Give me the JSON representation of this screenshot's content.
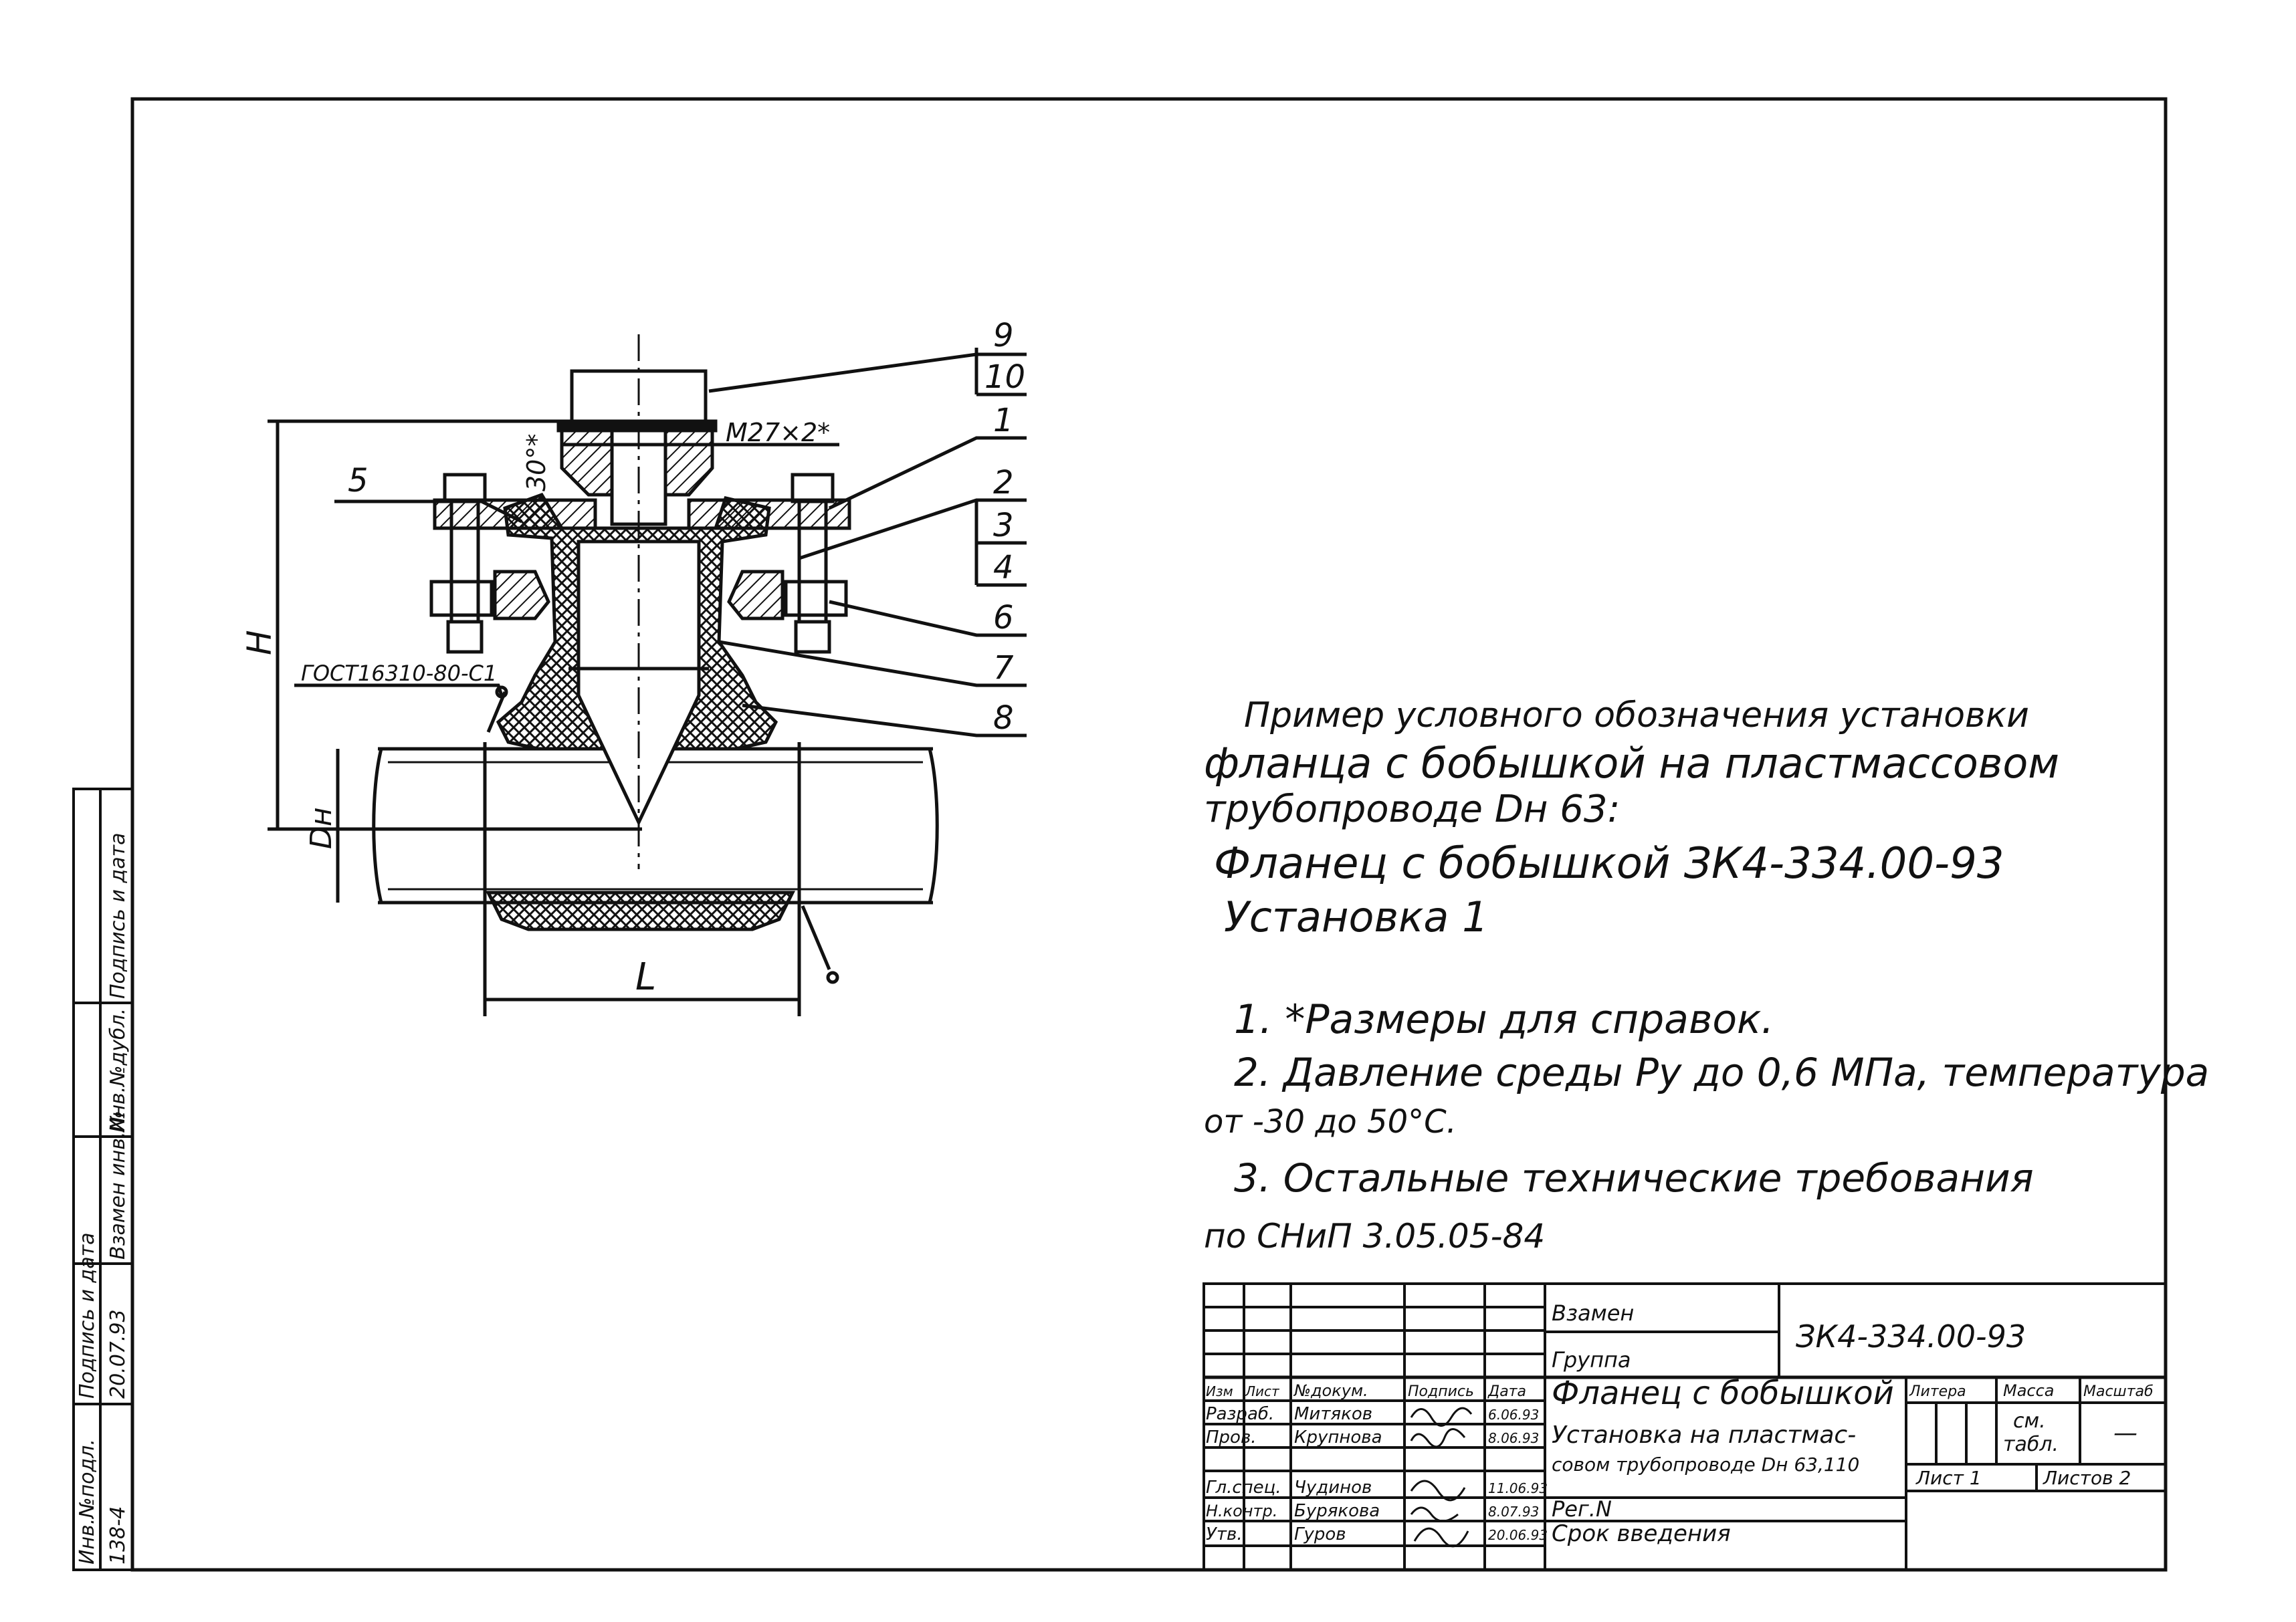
{
  "drawing": {
    "positions": [
      "9",
      "10",
      "1",
      "2",
      "3",
      "4",
      "6",
      "7",
      "8",
      "5"
    ],
    "thread": "M27×2*",
    "angle": "30°*",
    "height_label": "H",
    "dia_label": "Dн",
    "length_label": "L",
    "weld_gost": "ГОСТ16310-80-С1"
  },
  "example": {
    "line1": "Пример условного обозначения установки",
    "line2": "фланца с бобышкой на пластмассовом",
    "line3": "трубопроводе Dн 63:",
    "line4": "Фланец с бобышкой ЗК4-334.00-93",
    "line5": "Установка 1"
  },
  "notes": {
    "n1": "1. *Размеры для справок.",
    "n2a": "2. Давление среды Ру до 0,6 МПа, температура",
    "n2b": "от -30 до 50°С.",
    "n3a": "3. Остальные технические требования",
    "n3b": "по СНиП 3.05.05-84"
  },
  "left_strip": {
    "c1": "Инв.№подл.",
    "c1v": "138-4",
    "c2": "Подпись и дата",
    "c2v": "20.07.93",
    "c3": "Взамен инв.№",
    "c4": "Инв.№дубл.",
    "c5": "Подпись и дата"
  },
  "title_block": {
    "zamen": "Взамен",
    "gruppa": "Группа",
    "code": "ЗК4-334.00-93",
    "name": "Фланец с бобышкой",
    "desc1": "Установка на пластмас-",
    "desc2": "совом трубопроводе Dн 63,110",
    "reg": "Рег.N",
    "srok": "Срок введения",
    "litera": "Литера",
    "massa": "Масса",
    "masshtab": "Масштаб",
    "massa_val1": "см.",
    "massa_val2": "табл.",
    "masshtab_val": "—",
    "list": "Лист 1",
    "listov": "Листов 2",
    "head_izm": "Изм",
    "head_list": "Лист",
    "head_doc": "№докум.",
    "head_sign": "Подпись",
    "head_date": "Дата",
    "rows": [
      {
        "role": "Разраб.",
        "name": "Митяков",
        "date": "6.06.93"
      },
      {
        "role": "Пров.",
        "name": "Крупнова",
        "date": "8.06.93"
      },
      {
        "role": "Гл.спец.",
        "name": "Чудинов",
        "date": "11.06.93"
      },
      {
        "role": "Н.контр.",
        "name": "Бурякова",
        "date": "8.07.93"
      },
      {
        "role": "Утв.",
        "name": "Гуров",
        "date": "20.06.93"
      }
    ]
  }
}
